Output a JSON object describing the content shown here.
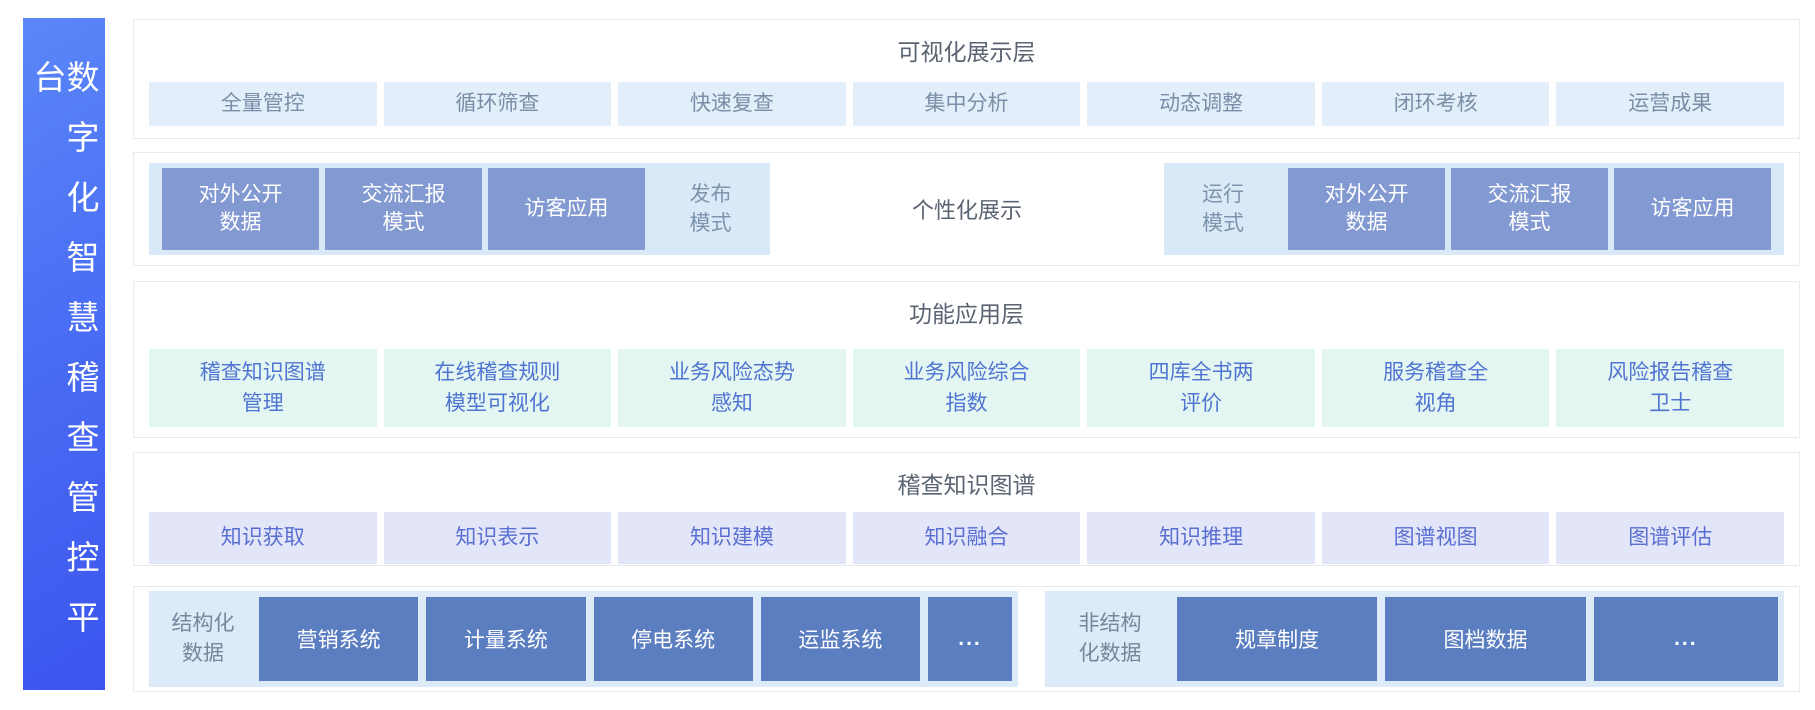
{
  "platform": {
    "title": "数字化智慧稽查管控平台"
  },
  "visual_layer": {
    "title": "可视化展示层",
    "items": [
      "全量管控",
      "循环筛查",
      "快速复查",
      "集中分析",
      "动态调整",
      "闭环考核",
      "运营成果"
    ]
  },
  "display_modes": {
    "publish": {
      "label": "发布\n模式",
      "items": [
        "对外公开\n数据",
        "交流汇报\n模式",
        "访客应用"
      ]
    },
    "center_label": "个性化展示",
    "run": {
      "label": "运行\n模式",
      "items": [
        "对外公开\n数据",
        "交流汇报\n模式",
        "访客应用"
      ]
    }
  },
  "function_layer": {
    "title": "功能应用层",
    "items": [
      "稽查知识图谱\n管理",
      "在线稽查规则\n模型可视化",
      "业务风险态势\n感知",
      "业务风险综合\n指数",
      "四库全书两\n评价",
      "服务稽查全\n视角",
      "风险报告稽查\n卫士"
    ]
  },
  "knowledge_graph": {
    "title": "稽查知识图谱",
    "items": [
      "知识获取",
      "知识表示",
      "知识建模",
      "知识融合",
      "知识推理",
      "图谱视图",
      "图谱评估"
    ]
  },
  "data_layer": {
    "structured": {
      "label": "结构化\n数据",
      "items": [
        "营销系统",
        "计量系统",
        "停电系统",
        "运监系统",
        "..."
      ]
    },
    "unstructured": {
      "label": "非结构\n化数据",
      "items": [
        "规章制度",
        "图档数据",
        "..."
      ]
    }
  },
  "colors": {
    "sidebar_gradient_start": "#5b87f8",
    "sidebar_gradient_end": "#3c55ee",
    "panel_border": "#e9ebf0",
    "header_text": "#5a6472",
    "light_blue_chip_bg": "#e2eef9",
    "light_blue_chip_text": "#7b8ea7",
    "mode_panel_bg": "#d9e9f8",
    "mode_box_bg": "#8299d1",
    "mode_label_text": "#7e93ac",
    "mint_chip_bg": "#e3f6f2",
    "mint_chip_text": "#5074d2",
    "lavender_chip_bg": "#e2e6f8",
    "lavender_chip_text": "#5a6fd2",
    "data_panel_bg": "#ddebf9",
    "data_box_bg": "#5b7ec1"
  }
}
